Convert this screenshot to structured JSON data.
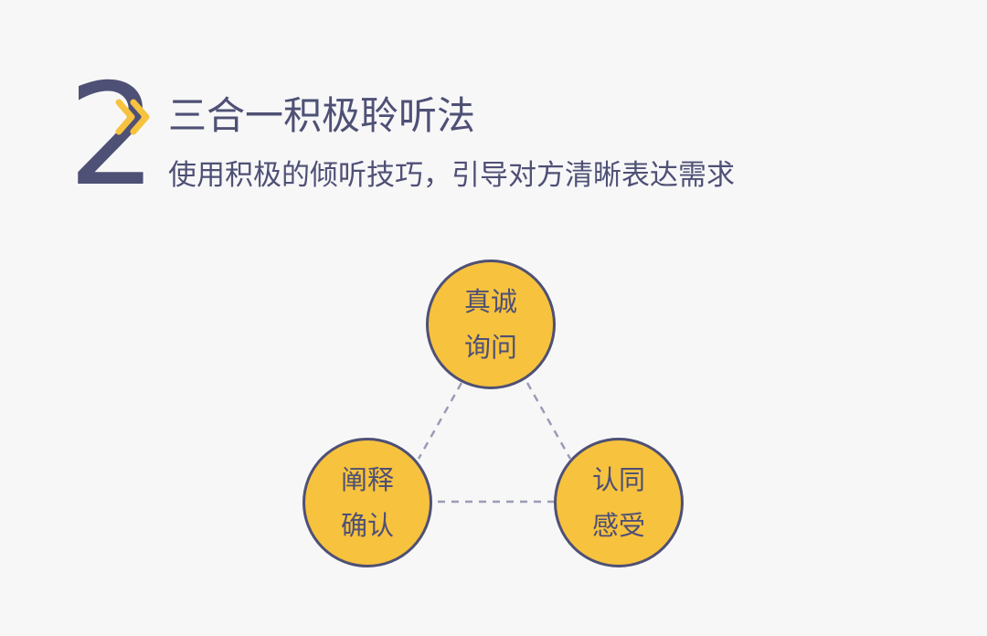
{
  "header": {
    "number": "2",
    "title": "三合一积极聆听法",
    "subtitle": "使用积极的倾听技巧，引导对方清晰表达需求"
  },
  "diagram": {
    "nodes": {
      "top": [
        "真诚",
        "询问"
      ],
      "left": [
        "阐释",
        "确认"
      ],
      "right": [
        "认同",
        "感受"
      ]
    }
  },
  "colors": {
    "text": "#4e5075",
    "accent": "#f7c23e",
    "background": "#f7f7f8",
    "connector": "#9a9cb5"
  },
  "icons": {
    "chevrons": "double-chevron-right-icon"
  }
}
